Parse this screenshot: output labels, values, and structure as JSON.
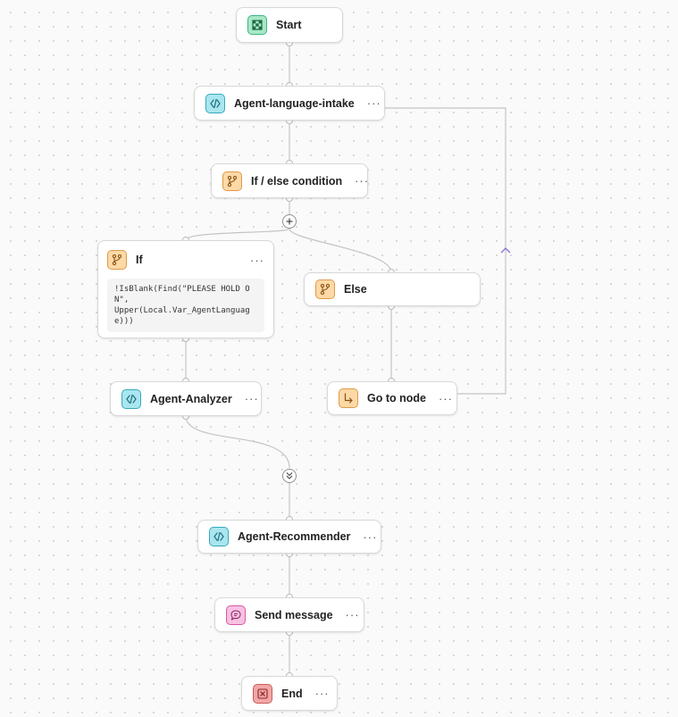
{
  "colors": {
    "start_icon": "#3bb77e",
    "agent_icon": "#37a9bd",
    "condition_icon": "#e0994a",
    "message_icon": "#d65aa7",
    "end_icon": "#cf5a5a",
    "edge": "#c4c4c4",
    "loop_arrow": "#8a6fd6"
  },
  "menu_glyph": "···",
  "nodes": {
    "start": {
      "label": "Start",
      "icon": "checkered-flag-icon"
    },
    "intake": {
      "label": "Agent-language-intake",
      "icon": "code-brackets-icon"
    },
    "condition": {
      "label": "If / else condition",
      "icon": "branch-icon"
    },
    "if_branch": {
      "label": "If",
      "icon": "branch-icon",
      "expression": "!IsBlank(Find(\"PLEASE HOLD ON\",\nUpper(Local.Var_AgentLanguage)))"
    },
    "else_branch": {
      "label": "Else",
      "icon": "branch-icon"
    },
    "analyzer": {
      "label": "Agent-Analyzer",
      "icon": "code-brackets-icon"
    },
    "goto": {
      "label": "Go to node",
      "icon": "redirect-arrow-icon"
    },
    "recommender": {
      "label": "Agent-Recommender",
      "icon": "code-brackets-icon"
    },
    "send_message": {
      "label": "Send message",
      "icon": "chat-bubble-icon"
    },
    "end": {
      "label": "End",
      "icon": "close-box-icon"
    }
  },
  "controls": {
    "add_branch": "plus-icon",
    "merge": "merge-arrows-icon"
  }
}
